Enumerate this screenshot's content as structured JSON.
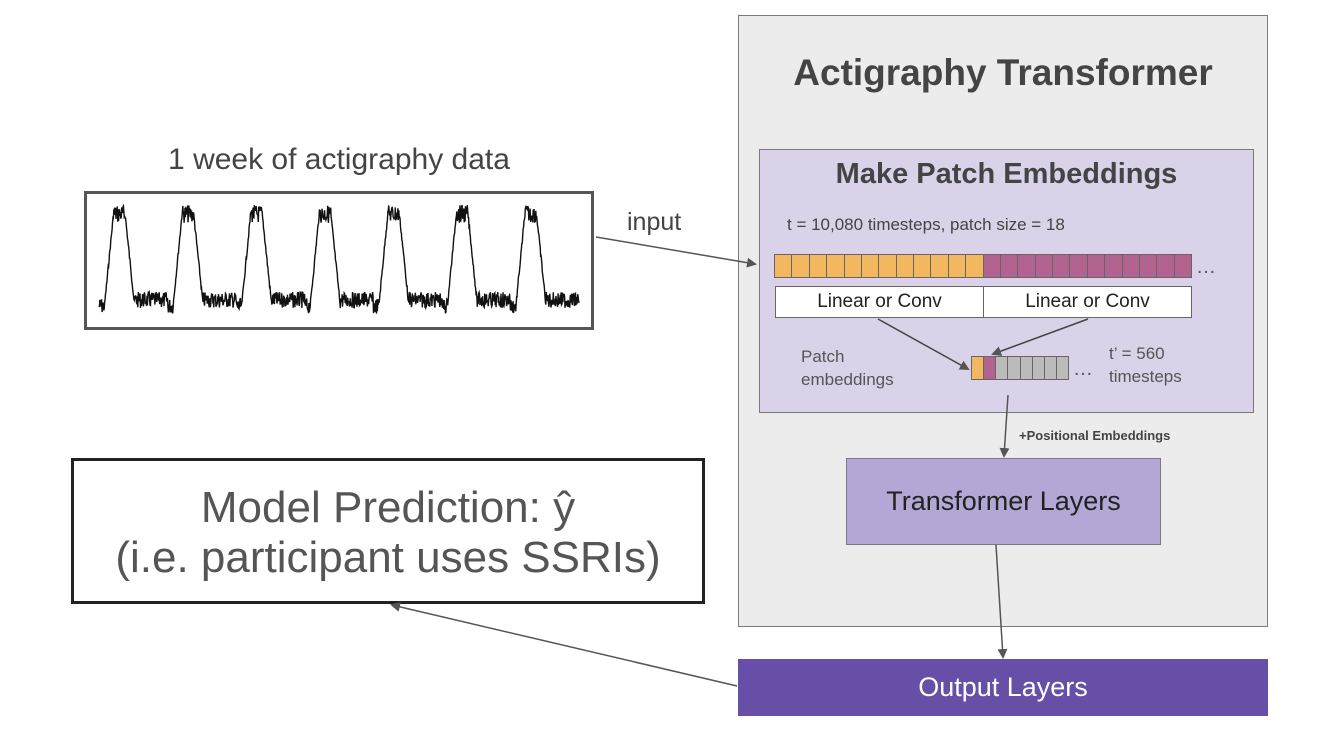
{
  "panel": {
    "title": "Actigraphy Transformer"
  },
  "patch": {
    "title": "Make Patch Embeddings",
    "timesteps_label": "t = 10,080 timesteps, patch size = 18",
    "ellipsis": "…",
    "linear_left": "Linear or Conv",
    "linear_right": "Linear or Conv",
    "embeddings_label_line1": "Patch",
    "embeddings_label_line2": "embeddings",
    "reduced_label_line1": "t’ = 560",
    "reduced_label_line2": "timesteps"
  },
  "positional_label": "+Positional Embeddings",
  "transformer_layers": "Transformer Layers",
  "output_layers": "Output Layers",
  "input": {
    "title": "1 week of actigraphy data",
    "arrow_label": "input",
    "days": 7
  },
  "prediction": {
    "line1": "Model Prediction: ŷ",
    "line2": "(i.e. participant uses SSRIs)"
  },
  "colors": {
    "panel_bg": "#ececec",
    "patch_bg": "#d9d2e9",
    "orange_patch": "#f2b75f",
    "purple_patch": "#b2638f",
    "transformer_bg": "#b4a7d6",
    "output_bg": "#674ea7"
  }
}
